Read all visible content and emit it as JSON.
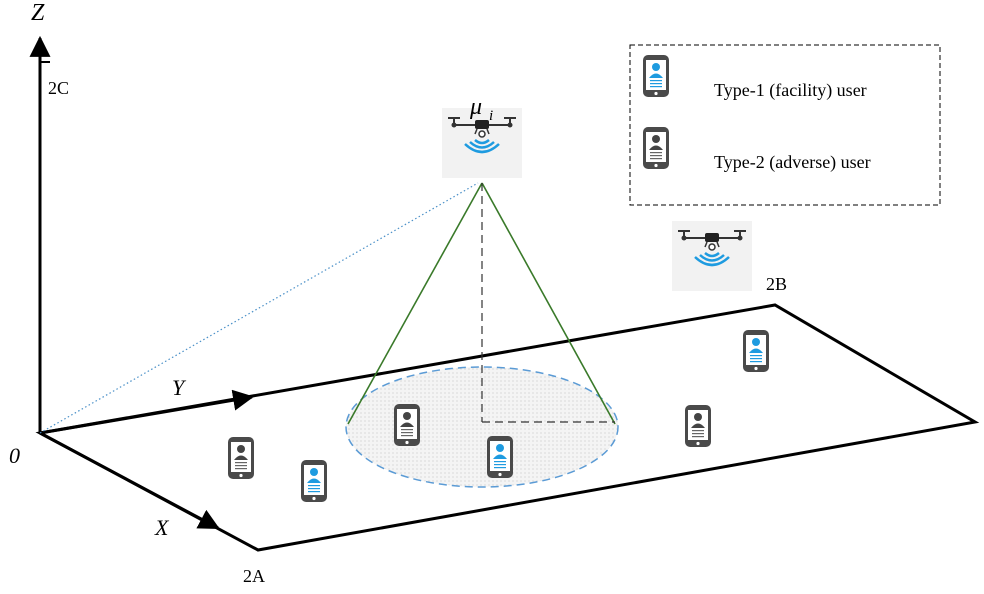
{
  "axes": {
    "z_label": "Z",
    "y_label": "Y",
    "x_label": "X",
    "origin_label": "0",
    "z_extent_label": "2C",
    "x_extent_label": "2A",
    "y_extent_label": "2B"
  },
  "uav": {
    "symbol": "μ",
    "subscript": "i"
  },
  "legend": {
    "type1_label": "Type-1 (facility) user",
    "type2_label": "Type-2 (adverse) user"
  },
  "colors": {
    "type1_user": "#1e9be0",
    "type2_user": "#444444",
    "cone": "#3a7a2a",
    "coverage_edge": "#5b9bd5",
    "coverage_fill": "#dcdcdc",
    "los_line": "#4a90c8",
    "signal": "#1e9be0"
  },
  "users": [
    {
      "type": "type-2"
    },
    {
      "type": "type-1"
    },
    {
      "type": "type-2"
    },
    {
      "type": "type-1"
    },
    {
      "type": "type-2"
    },
    {
      "type": "type-1"
    }
  ]
}
